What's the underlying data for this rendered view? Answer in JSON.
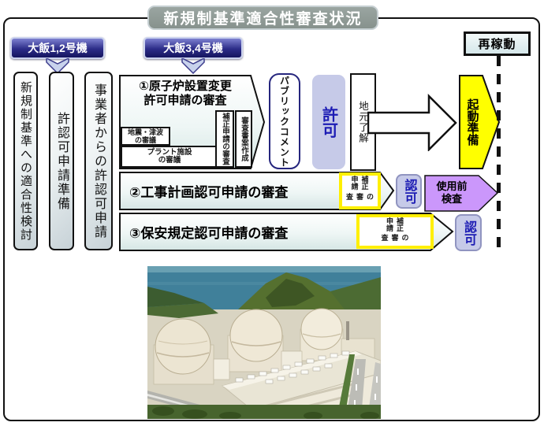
{
  "title": "新規制基準適合性審査状況",
  "callouts": {
    "units12": "大飯1,2号機",
    "units34": "大飯3,4号機"
  },
  "left_columns": {
    "review": "新規制基準への適合性検討",
    "prepare": "許認可申請準備",
    "apply": "事業者からの許認可申請"
  },
  "row1": {
    "title_line1": "①原子炉設置変更",
    "title_line2": "許可申請の審査",
    "seismic_line1": "地震・津波",
    "seismic_line2": "の審議",
    "plant_line1": "プラント施設",
    "plant_line2": "の審議",
    "correction_review": "補正申請の審査",
    "draft_writing": "審査書案作成",
    "public_comment_line1": "パブリック",
    "public_comment_line2": "コメント",
    "permit": "許可",
    "local_consent": "地元了解",
    "startup_prep": "起動準備"
  },
  "restart_label": "再稼動",
  "row2": {
    "title": "②工事計画認可申請の審査",
    "correction_line1": "補正申請",
    "correction_line2": "の審査",
    "approval": "認可",
    "preuse_line1": "使用前",
    "preuse_line2": "検査"
  },
  "row3": {
    "title": "③保安規定認可申請の審査",
    "correction_line1": "補正申請",
    "correction_line2": "の審査",
    "approval": "認可"
  },
  "colors": {
    "title_bg": "#8d9893",
    "callout_navy": "#1c1c78",
    "bar_tint": "#d5e6e4",
    "lavender": "#c6cae8",
    "blue_text": "#1c1cb4",
    "startup_yellow": "#ffff00",
    "correction_border_yellow": "#ffef00",
    "preuse_purple": "#cb97fb"
  }
}
